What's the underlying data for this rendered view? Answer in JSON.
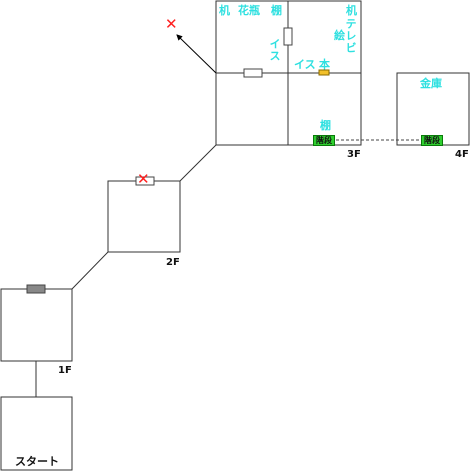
{
  "floors": {
    "f1": "1F",
    "f2": "2F",
    "f3": "3F",
    "f4": "4F"
  },
  "start_label": "スタート",
  "room_labels": {
    "desk_left": "机",
    "flower_vase": "花瓶",
    "shelf_top": "棚",
    "desk_right": "机",
    "chair_left": "イス",
    "painting": "絵",
    "tv": "テレビ",
    "chair_right": "イス",
    "book": "本",
    "shelf_bottom": "棚",
    "safe": "金庫"
  },
  "stairs": {
    "f3": "階段",
    "f4": "階段"
  },
  "markers": {
    "blocked_2f": "✕",
    "blocked_exit": "✕"
  },
  "colors": {
    "label": "#2ee0e0",
    "stairs": "#2fcf2f",
    "blocked": "#ff2020",
    "door_dark": "#888888",
    "item_yellow": "#f2c02a"
  }
}
